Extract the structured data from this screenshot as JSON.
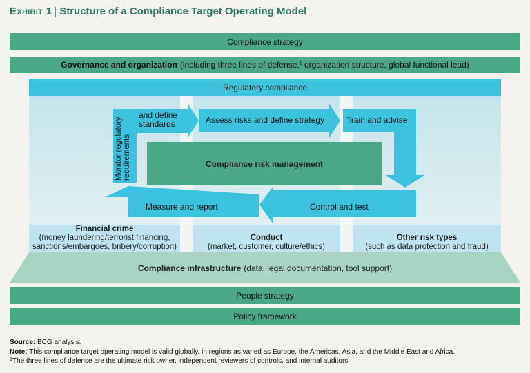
{
  "title": {
    "exhibit": "Exhibit 1",
    "separator": "|",
    "text": "Structure of a Compliance Target Operating Model"
  },
  "bars": {
    "compliance_strategy": "Compliance strategy",
    "governance_bold": "Governance and organization",
    "governance_detail": "(including three lines of defense,",
    "governance_sup": "1",
    "governance_detail2": "organization structure, global functional lead)",
    "regulatory_compliance": "Regulatory compliance",
    "people_strategy": "People strategy",
    "policy_framework": "Policy framework"
  },
  "cycle": {
    "monitor": "Monitor regulatory requirements",
    "define": "and define standards",
    "assess": "Assess risks and define strategy",
    "train": "Train and advise",
    "control": "Control and test",
    "measure": "Measure and report",
    "center": "Compliance risk management"
  },
  "risk_types": {
    "financial_crime_title": "Financial crime",
    "financial_crime_line1": "(money laundering/terrorist financing,",
    "financial_crime_line2": "sanctions/embargoes, bribery/corruption)",
    "conduct_title": "Conduct",
    "conduct_line1": "(market, customer, culture/ethics)",
    "other_title": "Other risk types",
    "other_line1": "(such as data protection and fraud)"
  },
  "infrastructure": {
    "bold": "Compliance infrastructure",
    "detail": "(data, legal documentation, tool support)"
  },
  "notes": {
    "source_label": "Source:",
    "source_text": "BCG analysis.",
    "note_label": "Note:",
    "note_text": "This compliance target operating model is valid globally, in regions as varied as Europe, the Americas, Asia, and the Middle East and Africa.",
    "footnote_mark": "1",
    "footnote_text": "The three lines of defense are the ultimate risk owner, independent reviewers of controls, and internal auditors."
  },
  "colors": {
    "green": "#4aa887",
    "cyan": "#3cc2de",
    "title_green": "#2f7d5a"
  }
}
